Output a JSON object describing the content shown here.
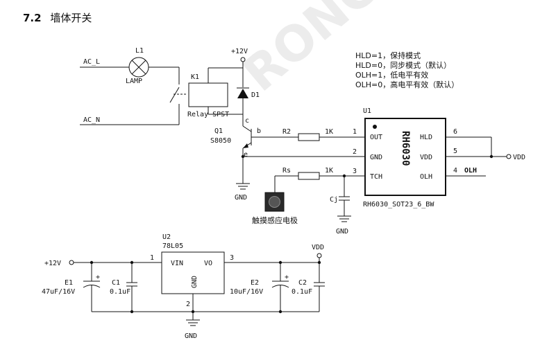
{
  "section": {
    "number": "7.2",
    "title": "墙体开关"
  },
  "watermark": "RONG",
  "notes": [
    "HLD=1，保持模式",
    "HLD=0，同步模式（默认）",
    "OLH=1，低电平有效",
    "OLH=0，高电平有效（默认）"
  ],
  "schematic": {
    "ac_l": "AC_L",
    "ac_n": "AC_N",
    "lamp_ref": "L1",
    "lamp_name": "LAMP",
    "relay_ref": "K1",
    "relay_name": "Relay-SPST",
    "diode_ref": "D1",
    "transistor_ref": "Q1",
    "transistor_name": "S8050",
    "pin_c": "c",
    "pin_b": "b",
    "pin_e": "e",
    "vcc_top": "+12V",
    "gnd_left": "GND",
    "r2_ref": "R2",
    "r2_val": "1K",
    "rs_ref": "Rs",
    "rs_val": "1K",
    "cj_ref": "Cj",
    "gnd_cj": "GND",
    "touch_label": "触摸感应电极",
    "ic_ref": "U1",
    "ic_name": "RH6030",
    "ic_package": "RH6030_SOT23_6_BW",
    "ic_pins_left": [
      {
        "num": "1",
        "name": "OUT"
      },
      {
        "num": "2",
        "name": "GND"
      },
      {
        "num": "3",
        "name": "TCH"
      }
    ],
    "ic_pins_right": [
      {
        "num": "6",
        "name": "HLD"
      },
      {
        "num": "5",
        "name": "VDD"
      },
      {
        "num": "4",
        "name": "OLH"
      }
    ],
    "vdd_out": "VDD",
    "olh_net": "OLH"
  },
  "regulator": {
    "vin_label": "+12V",
    "u2_ref": "U2",
    "u2_name": "78L05",
    "pin_vin": "VIN",
    "pin_vo": "VO",
    "pin_gnd": "GND",
    "pin1": "1",
    "pin2": "2",
    "pin3": "3",
    "e1_ref": "E1",
    "e1_val": "47uF/16V",
    "c1_ref": "C1",
    "c1_val": "0.1uF",
    "e2_ref": "E2",
    "e2_val": "10uF/16V",
    "c2_ref": "C2",
    "c2_val": "0.1uF",
    "vdd_label": "VDD",
    "gnd_label": "GND",
    "plus": "+"
  }
}
